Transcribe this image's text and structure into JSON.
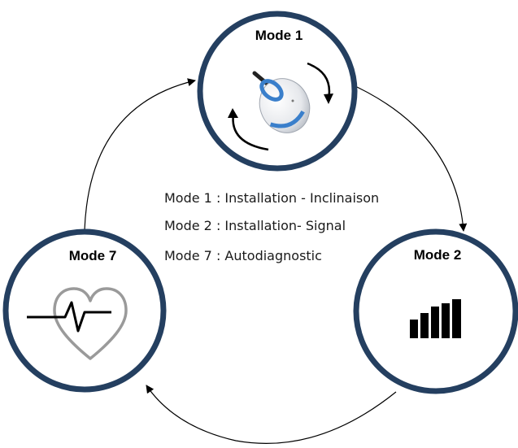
{
  "modes": [
    {
      "id": "mode1",
      "title": "Mode 1"
    },
    {
      "id": "mode2",
      "title": "Mode 2"
    },
    {
      "id": "mode7",
      "title": "Mode 7"
    }
  ],
  "legend": [
    "Mode 1 : Installation - Inclinaison",
    "Mode 2 : Installation- Signal",
    "Mode 7 : Autodiagnostic"
  ],
  "colors": {
    "circle_stroke": "#243F60",
    "sensor_blue": "#3A7FCB",
    "heart_gray": "#9A9A9A",
    "ink": "#000000"
  },
  "icons": {
    "mode1": "sensor-rotation-icon",
    "mode2": "signal-bars-icon",
    "mode7": "heartbeat-icon"
  }
}
